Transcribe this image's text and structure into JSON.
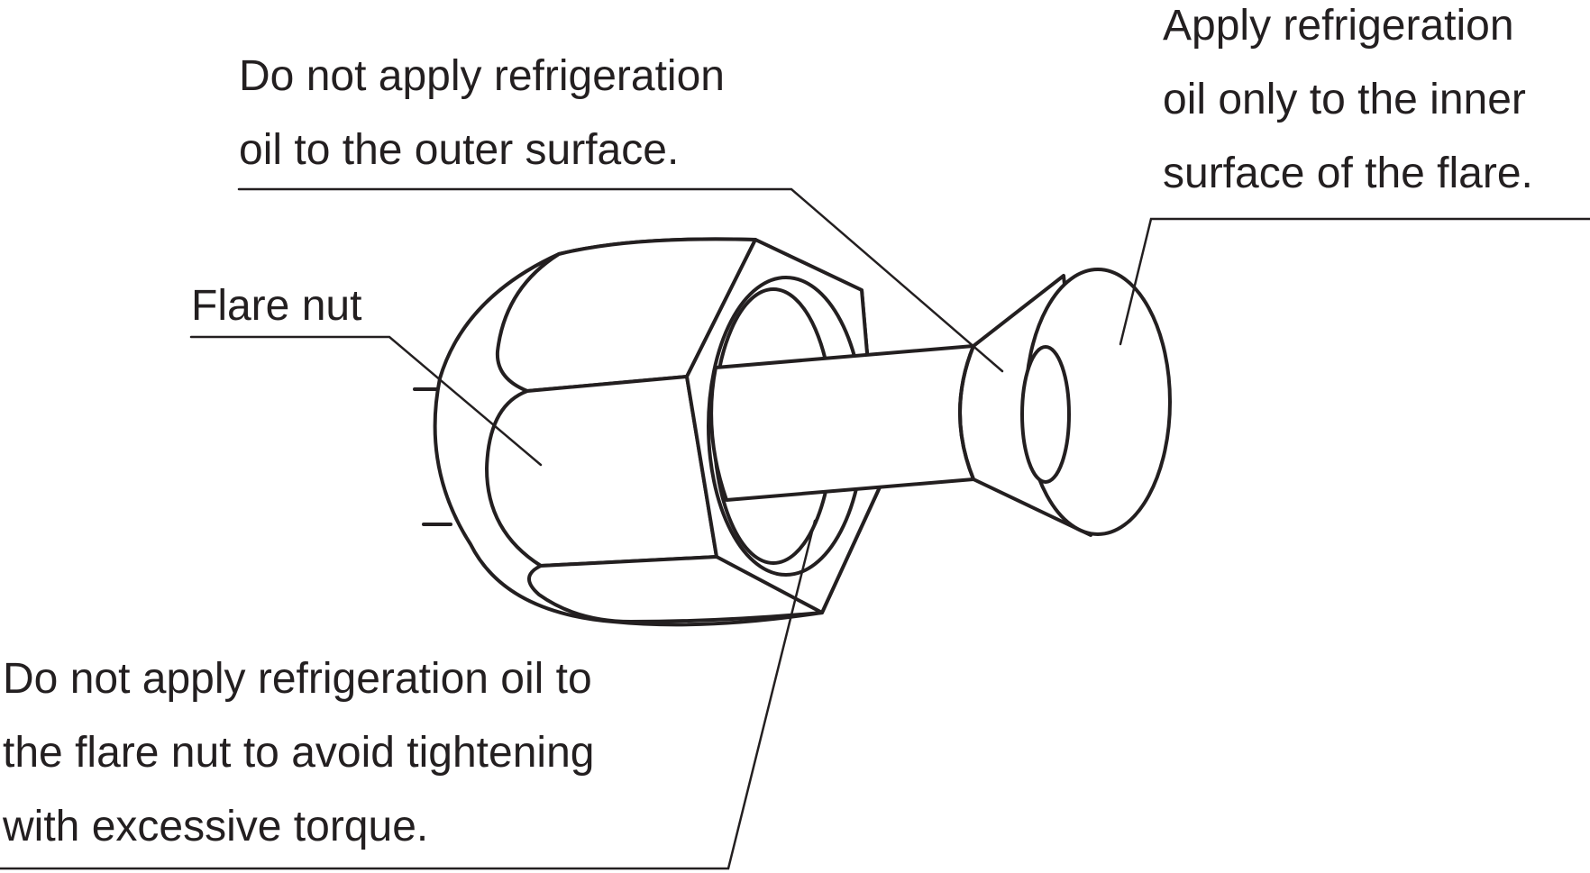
{
  "callouts": {
    "outer_surface": {
      "lines": [
        "Do not apply refrigeration",
        "oil to the outer surface."
      ]
    },
    "inner_surface": {
      "lines": [
        "Apply refrigeration",
        "oil only to the inner",
        "surface of the flare."
      ]
    },
    "flare_nut": {
      "lines": [
        "Flare nut"
      ]
    },
    "excessive_torque": {
      "lines": [
        "Do not apply refrigeration oil to",
        "the flare nut to avoid tightening",
        "with excessive torque."
      ]
    }
  },
  "colors": {
    "ink": "#231f20",
    "background": "#ffffff"
  }
}
